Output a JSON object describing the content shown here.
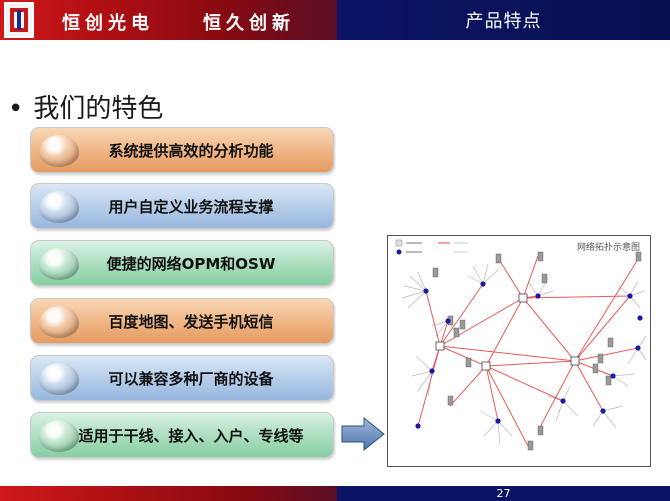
{
  "header": {
    "company": "恒创光电",
    "slogan": "恒久创新",
    "section_title": "产品特点"
  },
  "main": {
    "bullet": "•",
    "title": "我们的特色",
    "features": [
      {
        "label": "系统提供高效的分析功能",
        "color": "#efb483"
      },
      {
        "label": "用户自定义业务流程支撑",
        "color": "#b3cce8"
      },
      {
        "label": "便捷的网络OPM和OSW",
        "color": "#a9ddbd"
      },
      {
        "label": "百度地图、发送手机短信",
        "color": "#efb483"
      },
      {
        "label": "可以兼容多种厂商的设备",
        "color": "#b3cce8"
      },
      {
        "label": "适用于干线、接入、入户、专线等",
        "color": "#a9ddbd"
      }
    ]
  },
  "diagram": {
    "title": "网络拓扑示意图"
  },
  "footer": {
    "page_number": "27"
  },
  "colors": {
    "header_red": "#b00f14",
    "header_blue": "#0c1466",
    "link_red": "#e84848"
  }
}
